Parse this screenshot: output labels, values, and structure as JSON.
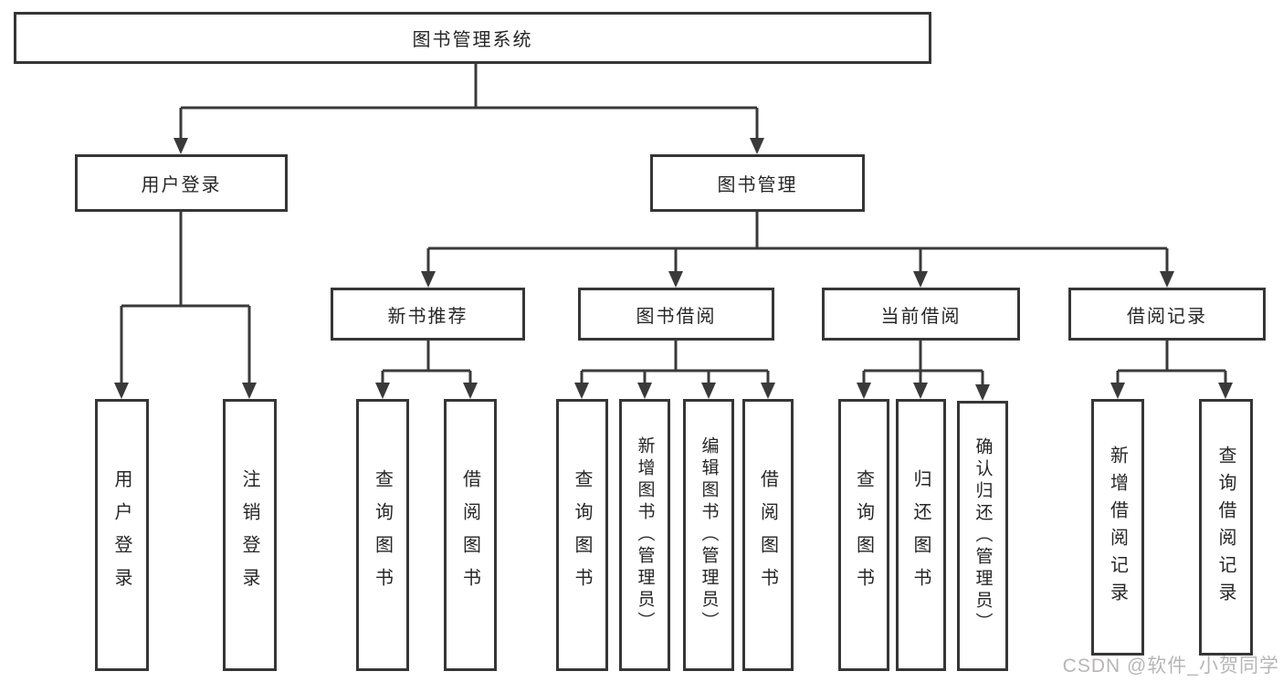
{
  "labels": {
    "root": "图书管理系统",
    "l2": [
      "用户登录",
      "图书管理"
    ],
    "l3": [
      "新书推荐",
      "图书借阅",
      "当前借阅",
      "借阅记录"
    ],
    "leaf": [
      "用户登录",
      "注销登录",
      "查询图书",
      "借阅图书",
      "查询图书",
      "新增图书（管理员）",
      "编辑图书（管理员）",
      "借阅图书",
      "查询图书",
      "归还图书",
      "确认归还（管理员）",
      "新增借阅记录",
      "查询借阅记录"
    ]
  },
  "hierarchy": {
    "图书管理系统": {
      "用户登录": [
        "用户登录",
        "注销登录"
      ],
      "图书管理": {
        "新书推荐": [
          "查询图书",
          "借阅图书"
        ],
        "图书借阅": [
          "查询图书",
          "新增图书（管理员）",
          "编辑图书（管理员）",
          "借阅图书"
        ],
        "当前借阅": [
          "查询图书",
          "归还图书",
          "确认归还（管理员）"
        ],
        "借阅记录": [
          "新增借阅记录",
          "查询借阅记录"
        ]
      }
    }
  },
  "watermark": "CSDN @软件_小贺同学",
  "colors": {
    "line": "#3a3a3a",
    "box_border": "#363636",
    "text": "#262626",
    "watermark": "#b0adad",
    "background": "#ffffff"
  }
}
